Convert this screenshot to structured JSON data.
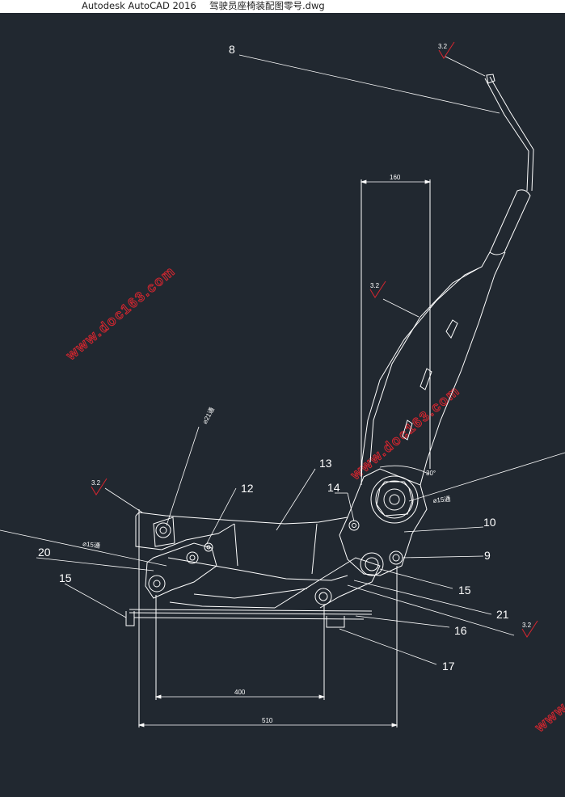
{
  "window": {
    "app_title": "Autodesk AutoCAD 2016",
    "document_title": "驾驶员座椅装配图零号.dwg"
  },
  "colors": {
    "background": "#212830",
    "line": "#ffffff",
    "roughness_red": "#d8262f",
    "watermark": "#d8262f"
  },
  "part_numbers": {
    "p8": "8",
    "p13": "13",
    "p12": "12",
    "p14": "14",
    "p10": "10",
    "p9": "9",
    "p20": "20",
    "p15_left": "15",
    "p15_right": "15",
    "p21": "21",
    "p16": "16",
    "p17": "17"
  },
  "dimensions": {
    "d160": "160",
    "d400": "400",
    "d510": "510",
    "angle": "30°",
    "hole_left": "⌀15通",
    "hole_right": "⌀15通",
    "hole_top": "⌀21通"
  },
  "roughness": {
    "r1": "3.2",
    "r2": "3.2",
    "r3": "3.2",
    "r4": "3.2"
  },
  "watermarks": {
    "w1": "www.doc163.com",
    "w2": "www.doc163.com",
    "w3": "www.d"
  }
}
